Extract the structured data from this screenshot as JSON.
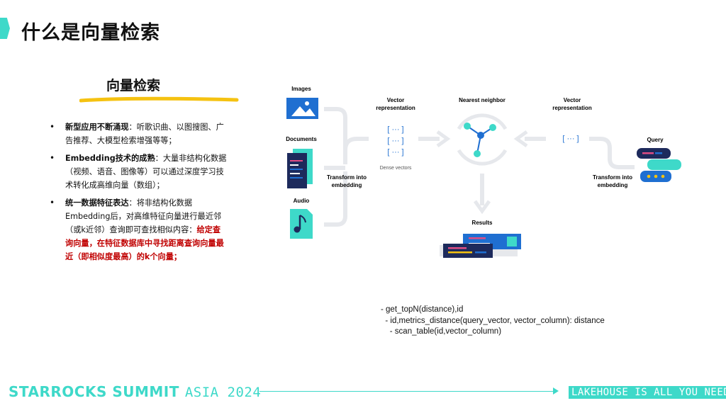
{
  "slide": {
    "title": "什么是向量检索",
    "subtitle": "向量检索",
    "bullets": [
      {
        "lead": "新型应用不断涌现",
        "text": "：听歌识曲、以图搜图、广告推荐、大模型检索增强等等；"
      },
      {
        "lead": "Embedding技术的成熟",
        "text": "：大量非结构化数据（视频、语音、图像等）可以通过深度学习技术转化成高维向量（数组）；"
      },
      {
        "lead": "统一数据特征表达",
        "text": "：将非结构化数据Embedding后，对高维特征向量进行最近邻（或k近邻）查询即可查找相似内容：",
        "red": "给定查询向量，在特征数据库中寻找距离查询向量最近（即相似度最高）的k个向量；"
      }
    ],
    "query_lines": [
      "- get_topN(distance),id",
      "  - id,metrics_distance(query_vector, vector_column): distance",
      "    - scan_table(id,vector_column)"
    ]
  },
  "diagram": {
    "images": "Images",
    "documents": "Documents",
    "audio": "Audio",
    "transform_left": [
      "Transform into",
      "embedding"
    ],
    "vector_rep_left": [
      "Vector",
      "representation"
    ],
    "dense_vectors": "Dense vectors",
    "nearest_neighbor": "Nearest neighbor",
    "vector_rep_right": [
      "Vector",
      "representation"
    ],
    "query": "Query",
    "transform_right": [
      "Transform into",
      "embedding"
    ],
    "results": "Results",
    "bracket": "[ ··· ]"
  },
  "footer": {
    "brand": "STARROCKS SUMMIT",
    "brand_sub": "ASIA 2024",
    "tagline": "LAKEHOUSE IS ALL YOU NEED"
  },
  "colors": {
    "accent": "#3ed9c9",
    "diagram_blue": "#1f6fd1",
    "diagram_navy": "#1d2a5c",
    "highlight_yellow": "#f5c211",
    "emphasis_red": "#c00000"
  }
}
